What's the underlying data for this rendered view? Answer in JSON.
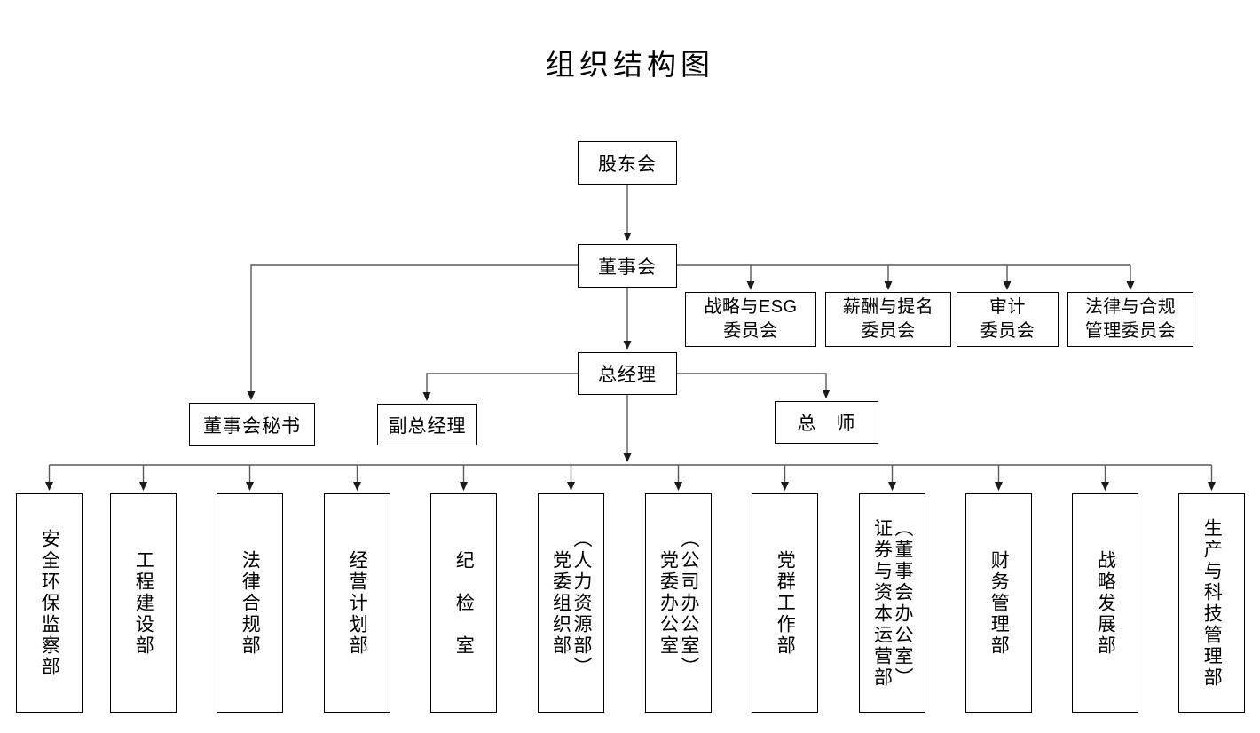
{
  "title": "组织结构图",
  "colors": {
    "background": "#ffffff",
    "box_border": "#000000",
    "text": "#000000",
    "connector_line": "#595959",
    "arrowhead": "#1a1a1a"
  },
  "nodes": {
    "shareholders": "股东会",
    "board": "董事会",
    "general_manager": "总经理",
    "board_secretary": "董事会秘书",
    "deputy_general_manager": "副总经理",
    "chief_engineer": "总　师"
  },
  "committees": [
    {
      "line1": "战略与ESG",
      "line2": "委员会"
    },
    {
      "line1": "薪酬与提名",
      "line2": "委员会"
    },
    {
      "line1": "审计",
      "line2": "委员会"
    },
    {
      "line1": "法律与合规",
      "line2": "管理委员会"
    }
  ],
  "departments": [
    [
      "安全环保监察部"
    ],
    [
      "工程建设部"
    ],
    [
      "法律合规部"
    ],
    [
      "经营计划部"
    ],
    [
      "纪　检　室"
    ],
    [
      "党委组织部",
      "（人力资源部）"
    ],
    [
      "党委办公室",
      "（公司办公室）"
    ],
    [
      "党群工作部"
    ],
    [
      "证券与资本运营部",
      "（董事会办公室）"
    ],
    [
      "财务管理部"
    ],
    [
      "战略发展部"
    ],
    [
      "生产与科技管理部"
    ]
  ]
}
